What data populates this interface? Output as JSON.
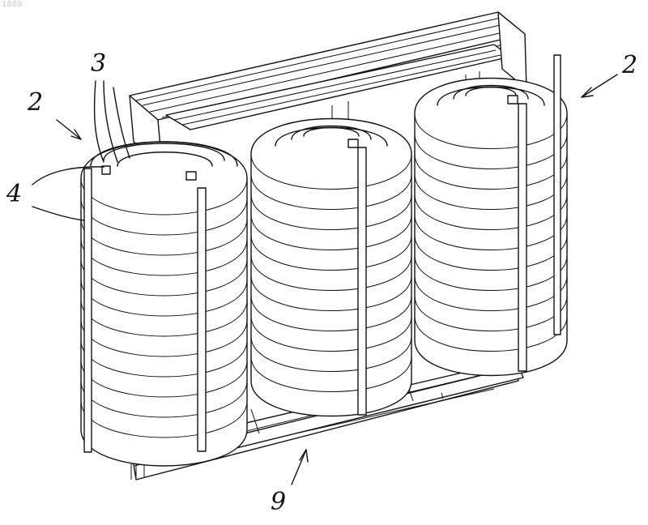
{
  "corner_id": "1889",
  "labels": {
    "ref_2_left": "2",
    "ref_2_right": "2",
    "ref_3": "3",
    "ref_4": "4",
    "ref_9": "9"
  }
}
